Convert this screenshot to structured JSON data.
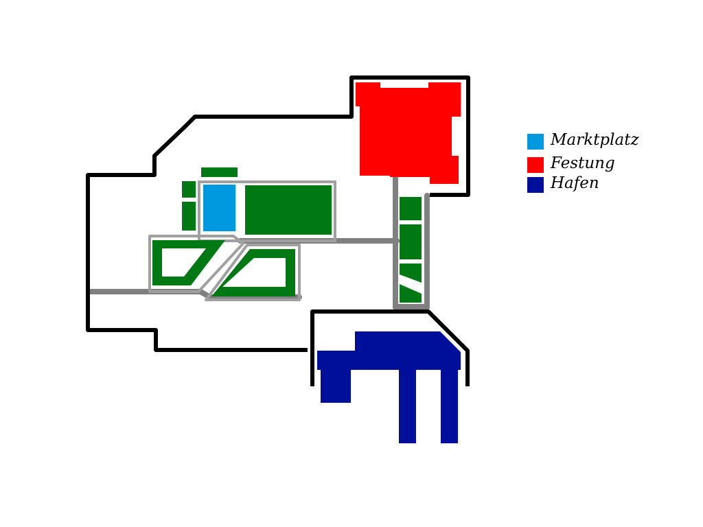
{
  "map": {
    "legend": [
      {
        "label": "Marktplatz",
        "color": "#0099e0"
      },
      {
        "label": "Festung",
        "color": "#ff0000"
      },
      {
        "label": "Hafen",
        "color": "#000f99"
      }
    ],
    "colors": {
      "wall": "#000000",
      "road": "#808080",
      "block": "#007814",
      "block_outline": "#a0a0a0"
    }
  }
}
